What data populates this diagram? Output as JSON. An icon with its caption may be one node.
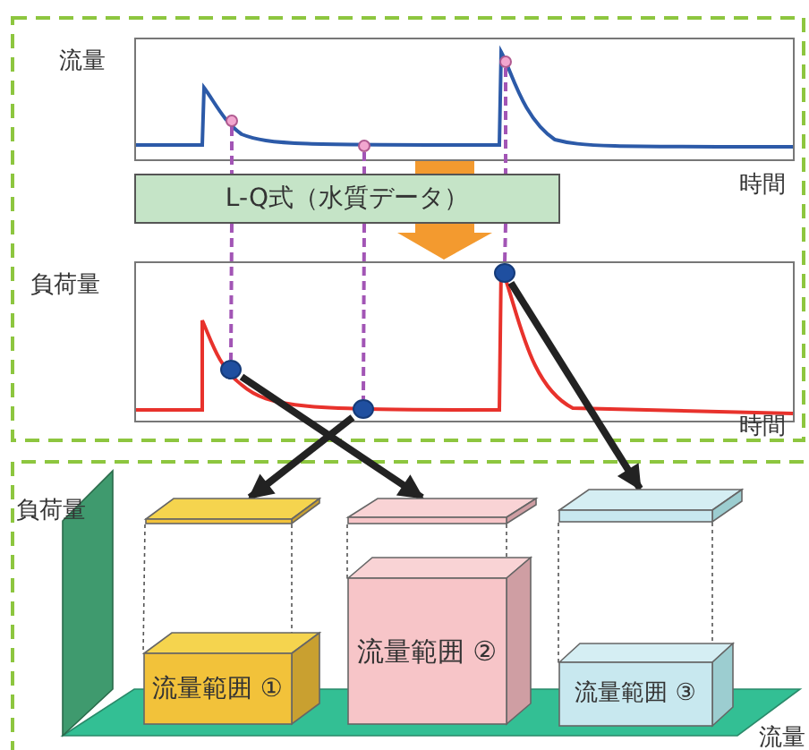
{
  "diagram": {
    "nodes": [
      {
        "text": [],
        "shape": "circle"
      },
      {
        "text": [],
        "shape": "circle"
      },
      {
        "text": [],
        "shape": "circle"
      },
      {
        "text": [
          "L-Q式（水質データ）"
        ]
      },
      {
        "text": [],
        "shape": "circle"
      },
      {
        "text": [],
        "shape": "circle"
      },
      {
        "text": [],
        "shape": "circle"
      },
      {
        "text": [],
        "shape": "box"
      },
      {
        "text": [],
        "shape": "box"
      },
      {
        "text": [],
        "shape": "box"
      },
      {
        "text": [
          "流量範囲 ①"
        ]
      },
      {
        "text": [
          "流量範囲 ②"
        ]
      },
      {
        "text": [
          "流量範囲 ③"
        ]
      }
    ],
    "edges": [
      {
        "from": 0,
        "to": 3,
        "arrow": "none",
        "style": "dashed",
        "color": "#a255b5"
      },
      {
        "from": 3,
        "to": 4,
        "arrow": "none",
        "style": "dashed",
        "color": "#a255b5"
      },
      {
        "from": 1,
        "to": 3,
        "arrow": "none",
        "style": "dashed",
        "color": "#a255b5"
      },
      {
        "from": 3,
        "to": 5,
        "arrow": "none",
        "style": "dashed",
        "color": "#a255b5"
      },
      {
        "from": 2,
        "to": 3,
        "arrow": "none",
        "style": "dashed",
        "color": "#a255b5"
      },
      {
        "from": 3,
        "to": 6,
        "arrow": "none",
        "style": "dashed",
        "color": "#a255b5"
      },
      {
        "from": 4,
        "to": 8,
        "arrow": "to",
        "style": "thick",
        "color": "#222222"
      },
      {
        "from": 5,
        "to": 7,
        "arrow": "to",
        "style": "thick",
        "color": "#222222"
      },
      {
        "from": 6,
        "to": 9,
        "arrow": "to",
        "style": "thick",
        "color": "#222222"
      },
      {
        "from": 7,
        "to": 10,
        "arrow": "none",
        "style": "dashed",
        "color": "#555555"
      },
      {
        "from": 7,
        "to": 10,
        "arrow": "none",
        "style": "dashed",
        "color": "#555555"
      },
      {
        "from": 8,
        "to": 11,
        "arrow": "none",
        "style": "dashed",
        "color": "#555555"
      },
      {
        "from": 8,
        "to": 11,
        "arrow": "none",
        "style": "dashed",
        "color": "#555555"
      },
      {
        "from": 9,
        "to": 12,
        "arrow": "none",
        "style": "dashed",
        "color": "#555555"
      },
      {
        "from": 9,
        "to": 12,
        "arrow": "none",
        "style": "dashed",
        "color": "#555555"
      }
    ],
    "labels": [
      "流量",
      "時間",
      "負荷量",
      "時間",
      "負荷量",
      "流量"
    ]
  }
}
